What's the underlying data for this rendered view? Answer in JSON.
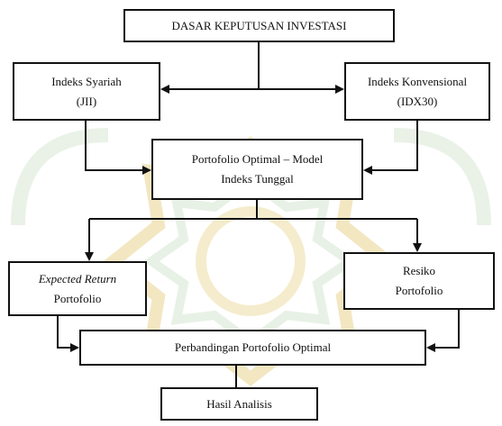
{
  "diagram": {
    "root": {
      "label": "DASAR KEPUTUSAN INVESTASI"
    },
    "sharia_index": {
      "line1": "Indeks Syariah",
      "line2": "(JII)"
    },
    "conventional_index": {
      "line1": "Indeks Konvensional",
      "line2": "(IDX30)"
    },
    "optimal_portfolio": {
      "line1": "Portofolio Optimal – Model",
      "line2": "Indeks Tunggal"
    },
    "expected_return": {
      "line1": "Expected Return",
      "line2": "Portofolio"
    },
    "portfolio_risk": {
      "line1": "Resiko",
      "line2": "Portofolio"
    },
    "comparison": {
      "label": "Perbandingan Portofolio Optimal"
    },
    "result": {
      "label": "Hasil Analisis"
    }
  },
  "colors": {
    "line": "#111111",
    "watermark": "#f4ecd0",
    "watermark_green": "#e3efe3"
  }
}
